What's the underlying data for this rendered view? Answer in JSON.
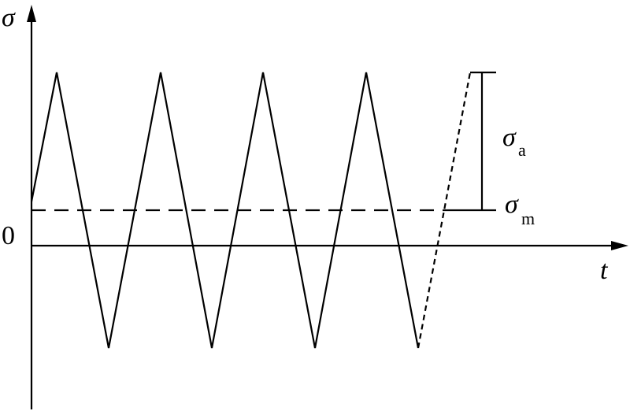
{
  "labels": {
    "y_axis": "σ",
    "x_axis": "t",
    "origin": "0",
    "amplitude_symbol": "σ",
    "amplitude_subscript": "a",
    "mean_symbol": "σ",
    "mean_subscript": "m"
  },
  "signal": {
    "max_stress": 1.0,
    "min_stress": -0.59,
    "mean_stress": 0.21,
    "full_cycles_shown": 4,
    "continuation": "dotted-rise-to-peak"
  }
}
